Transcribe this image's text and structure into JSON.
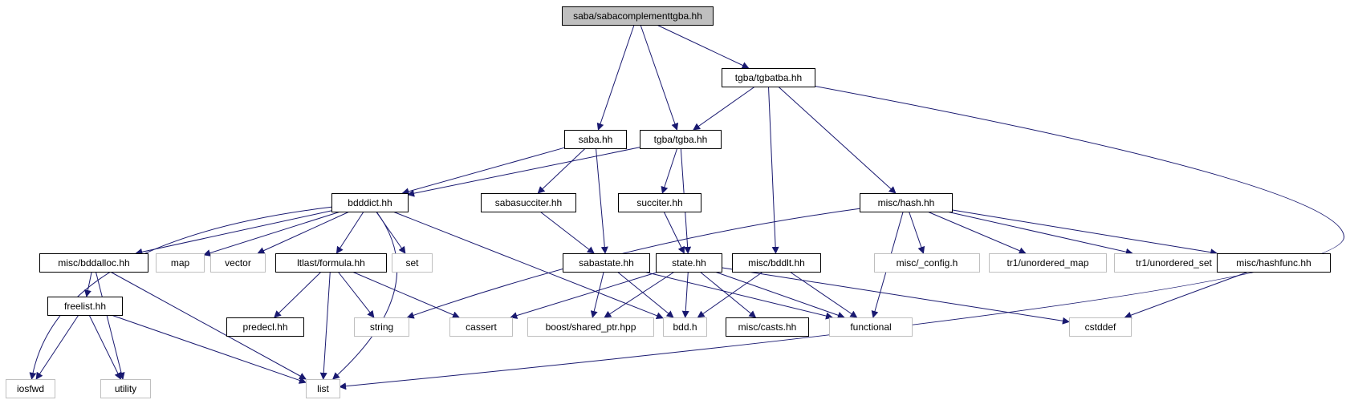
{
  "nodes": {
    "root": {
      "label": "saba/sabacomplementtgba.hh",
      "style": "root"
    },
    "tgbatba": {
      "label": "tgba/tgbatba.hh",
      "style": "doc"
    },
    "saba": {
      "label": "saba.hh",
      "style": "doc"
    },
    "tgba": {
      "label": "tgba/tgba.hh",
      "style": "doc"
    },
    "bdddict": {
      "label": "bdddict.hh",
      "style": "doc"
    },
    "sabasucciter": {
      "label": "sabasucciter.hh",
      "style": "doc"
    },
    "succiter": {
      "label": "succiter.hh",
      "style": "doc"
    },
    "mischash": {
      "label": "misc/hash.hh",
      "style": "doc"
    },
    "bddalloc": {
      "label": "misc/bddalloc.hh",
      "style": "doc"
    },
    "map": {
      "label": "map",
      "style": "ext"
    },
    "vector": {
      "label": "vector",
      "style": "ext"
    },
    "formula": {
      "label": "ltlast/formula.hh",
      "style": "doc"
    },
    "set": {
      "label": "set",
      "style": "ext"
    },
    "sabastate": {
      "label": "sabastate.hh",
      "style": "doc"
    },
    "state": {
      "label": "state.hh",
      "style": "doc"
    },
    "bddlt": {
      "label": "misc/bddlt.hh",
      "style": "doc"
    },
    "config": {
      "label": "misc/_config.h",
      "style": "ext"
    },
    "umap": {
      "label": "tr1/unordered_map",
      "style": "ext"
    },
    "uset": {
      "label": "tr1/unordered_set",
      "style": "ext"
    },
    "hashfunc": {
      "label": "misc/hashfunc.hh",
      "style": "doc"
    },
    "freelist": {
      "label": "freelist.hh",
      "style": "doc"
    },
    "predecl": {
      "label": "predecl.hh",
      "style": "doc"
    },
    "string": {
      "label": "string",
      "style": "ext"
    },
    "cassert": {
      "label": "cassert",
      "style": "ext"
    },
    "shptr": {
      "label": "boost/shared_ptr.hpp",
      "style": "ext"
    },
    "bddh": {
      "label": "bdd.h",
      "style": "ext"
    },
    "casts": {
      "label": "misc/casts.hh",
      "style": "doc"
    },
    "functional": {
      "label": "functional",
      "style": "ext"
    },
    "cstddef": {
      "label": "cstddef",
      "style": "ext"
    },
    "iosfwd": {
      "label": "iosfwd",
      "style": "ext"
    },
    "utility": {
      "label": "utility",
      "style": "ext"
    },
    "list": {
      "label": "list",
      "style": "ext"
    }
  },
  "edges": [
    [
      "root",
      "saba"
    ],
    [
      "root",
      "tgba"
    ],
    [
      "root",
      "tgbatba"
    ],
    [
      "tgbatba",
      "tgba"
    ],
    [
      "tgbatba",
      "mischash"
    ],
    [
      "tgbatba",
      "bddlt"
    ],
    [
      "tgbatba",
      "list"
    ],
    [
      "saba",
      "bdddict"
    ],
    [
      "saba",
      "sabasucciter"
    ],
    [
      "saba",
      "sabastate"
    ],
    [
      "tgba",
      "bdddict"
    ],
    [
      "tgba",
      "succiter"
    ],
    [
      "tgba",
      "state"
    ],
    [
      "bdddict",
      "iosfwd"
    ],
    [
      "bdddict",
      "bddalloc"
    ],
    [
      "bdddict",
      "map"
    ],
    [
      "bdddict",
      "vector"
    ],
    [
      "bdddict",
      "formula"
    ],
    [
      "bdddict",
      "set"
    ],
    [
      "bdddict",
      "bddh"
    ],
    [
      "bdddict",
      "list"
    ],
    [
      "sabasucciter",
      "sabastate"
    ],
    [
      "succiter",
      "state"
    ],
    [
      "mischash",
      "string"
    ],
    [
      "mischash",
      "functional"
    ],
    [
      "mischash",
      "config"
    ],
    [
      "mischash",
      "umap"
    ],
    [
      "mischash",
      "uset"
    ],
    [
      "mischash",
      "hashfunc"
    ],
    [
      "bddalloc",
      "freelist"
    ],
    [
      "bddalloc",
      "utility"
    ],
    [
      "bddalloc",
      "list"
    ],
    [
      "formula",
      "predecl"
    ],
    [
      "formula",
      "string"
    ],
    [
      "formula",
      "cassert"
    ],
    [
      "formula",
      "list"
    ],
    [
      "sabastate",
      "shptr"
    ],
    [
      "sabastate",
      "bddh"
    ],
    [
      "sabastate",
      "functional"
    ],
    [
      "state",
      "cassert"
    ],
    [
      "state",
      "shptr"
    ],
    [
      "state",
      "bddh"
    ],
    [
      "state",
      "casts"
    ],
    [
      "state",
      "functional"
    ],
    [
      "state",
      "cstddef"
    ],
    [
      "bddlt",
      "bddh"
    ],
    [
      "bddlt",
      "functional"
    ],
    [
      "hashfunc",
      "cstddef"
    ],
    [
      "freelist",
      "iosfwd"
    ],
    [
      "freelist",
      "utility"
    ],
    [
      "freelist",
      "list"
    ]
  ],
  "colors": {
    "edge": "#191970",
    "doc_border": "#000000",
    "ext_border": "#bfbfbf",
    "root_fill": "#bfbfbf",
    "text": "#000000"
  }
}
